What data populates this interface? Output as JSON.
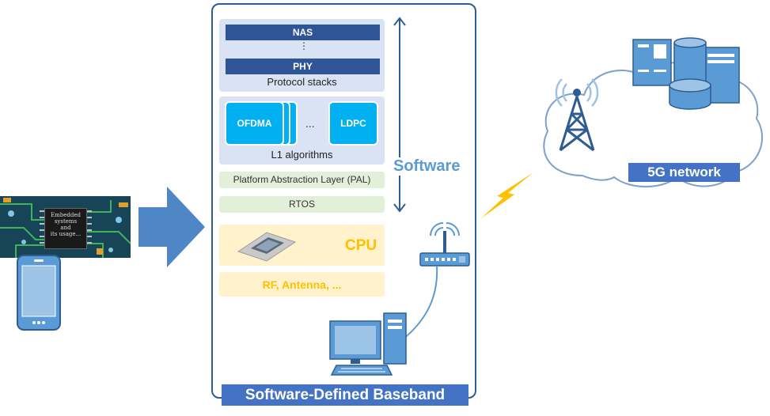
{
  "diagram": {
    "protocol_stack": {
      "top_layer": "NAS",
      "dots": "⋮",
      "bottom_layer": "PHY",
      "caption": "Protocol stacks"
    },
    "l1": {
      "algo_first": "OFDMA",
      "ellipsis": "...",
      "algo_last": "LDPC",
      "caption": "L1 algorithms"
    },
    "pal_label": "Platform Abstraction Layer (PAL)",
    "rtos_label": "RTOS",
    "cpu_label": "CPU",
    "rf_label": "RF, Antenna, ...",
    "software_label": "Software",
    "baseband_title": "Software-Defined Baseband",
    "network_label": "5G network",
    "embedded_chip_text": [
      "Embedded",
      "systems",
      "and",
      "its usage..."
    ],
    "colors": {
      "frame_border": "#2f5d93",
      "title_bg": "#4472c4",
      "stack_bar": "#2f5597",
      "panel_blue": "#dae3f3",
      "algo_cyan": "#00b0f0",
      "panel_green": "#e2f0d9",
      "panel_yellow": "#fff2cc",
      "cpu_text": "#ffc000",
      "arrow_blue": "#4f86c6",
      "icon_blue": "#5b9bd5",
      "lightning": "#ffc000"
    }
  }
}
